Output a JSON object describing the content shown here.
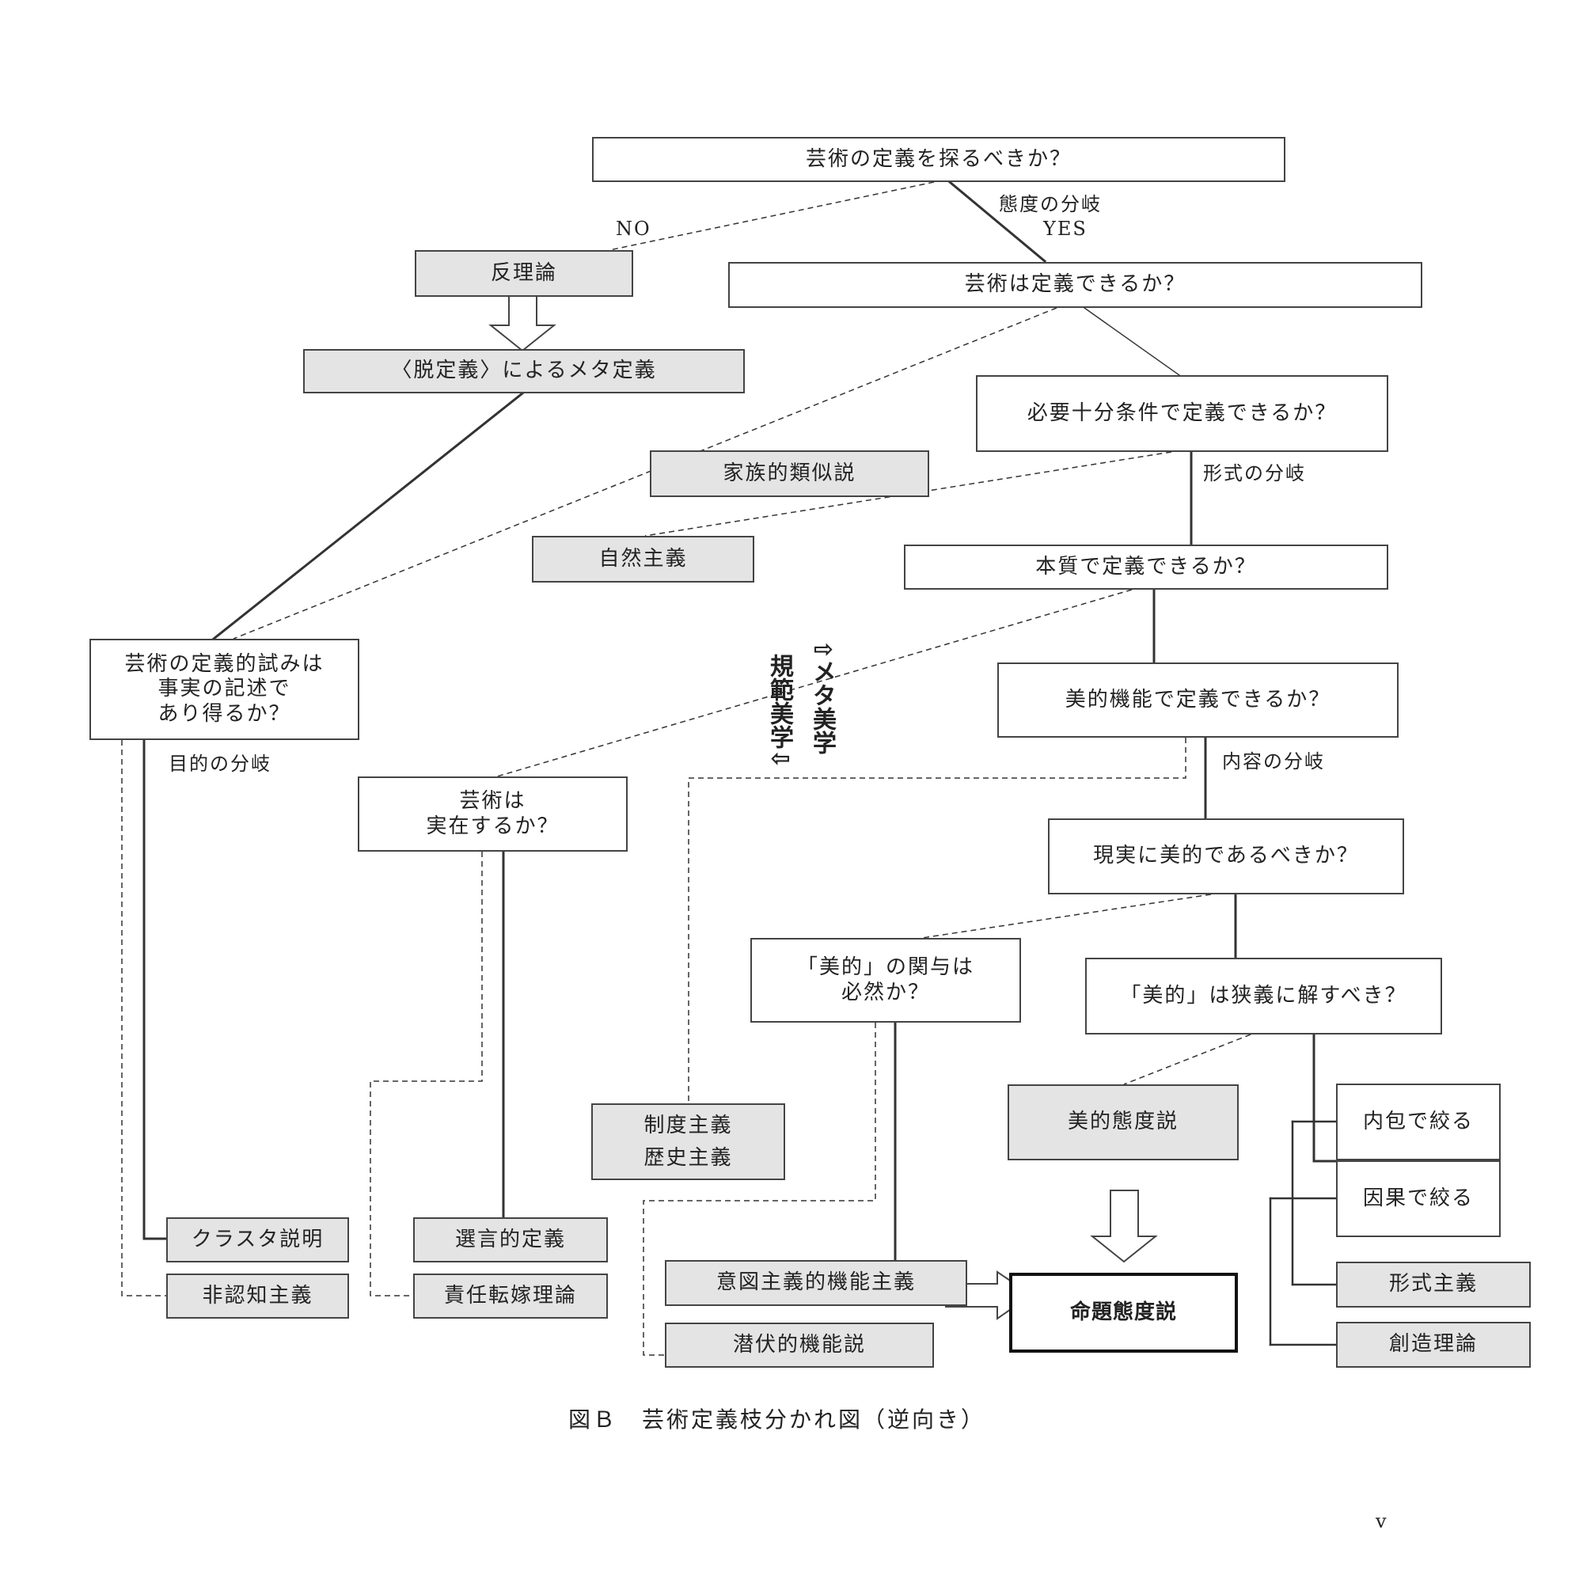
{
  "boxes": {
    "q_define": "芸術の定義を探るべきか？",
    "anti_theory": "反理論",
    "meta_def": "〈脱定義〉によるメタ定義",
    "q_definable": "芸術は定義できるか？",
    "q_necessary": "必要十分条件で定義できるか？",
    "family": "家族的類似説",
    "naturalism": "自然主義",
    "q_essence": "本質で定義できるか？",
    "q_attempt": "芸術の定義的試みは\n事実の記述で\nあり得るか？",
    "q_aesthetic_func": "美的機能で定義できるか？",
    "q_exist": "芸術は\n実在するか？",
    "q_real_aesthetic": "現実に美的であるべきか？",
    "q_aesthetic_necessary": "「美的」の関与は\n必然か？",
    "q_narrow": "「美的」は狭義に解すべき？",
    "institutional": "制度主義\n歴史主義",
    "aesthetic_attitude": "美的態度説",
    "intension": "内包で絞る",
    "causal": "因果で絞る",
    "cluster": "クラスタ説明",
    "non_cognitivism": "非認知主義",
    "choice_def": "選言的定義",
    "responsibility": "責任転嫁理論",
    "intentional_func": "意図主義的機能主義",
    "latent_func": "潜伏的機能説",
    "proposition": "命題態度説",
    "formalism": "形式主義",
    "creation": "創造理論"
  },
  "labels": {
    "no": "NO",
    "yes": "YES",
    "attitude_branch": "態度の分岐",
    "form_branch": "形式の分岐",
    "purpose_branch": "目的の分岐",
    "content_branch": "内容の分岐",
    "meta_aesthetics": "⇧メタ美学",
    "normative_aesthetics": "規範美学⇩"
  },
  "caption": "図Ｂ　芸術定義枝分かれ図（逆向き）",
  "page_number": "v"
}
